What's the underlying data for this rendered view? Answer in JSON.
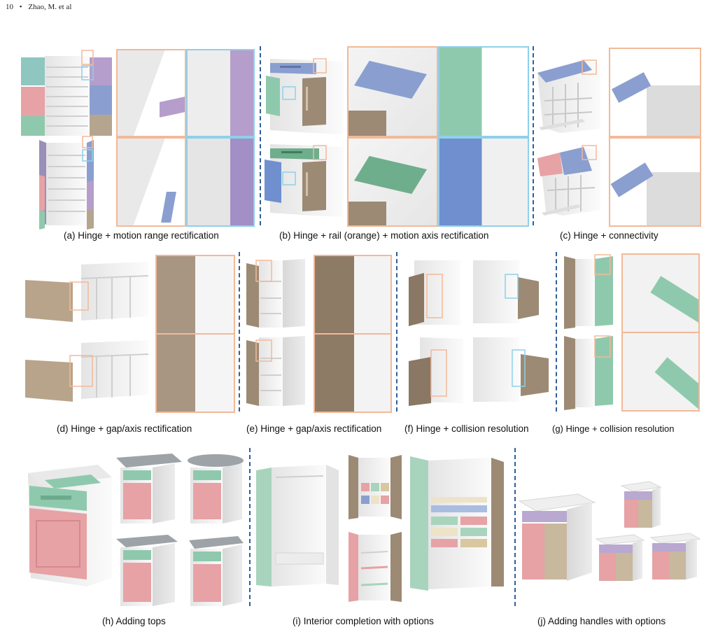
{
  "header": {
    "page_number": "10",
    "bullet": "•",
    "authors": "Zhao, M. et al"
  },
  "captions": {
    "a": "(a) Hinge + motion range rectification",
    "b": "(b) Hinge + rail  (orange) + motion axis rectification",
    "c": "(c) Hinge + connectivity",
    "d": "(d) Hinge + gap/axis rectification",
    "e": "(e) Hinge + gap/axis rectification",
    "f": "(f) Hinge + collision resolution",
    "g": "(g) Hinge + collision resolution",
    "h": "(h) Adding tops",
    "i": "(i) Interior completion with options",
    "j": "(j) Adding handles with options"
  },
  "colors": {
    "orange_box": "#f2b998",
    "blue_box": "#8fd0ea",
    "divider": "#2f5f9b",
    "cabinet_white": "#f1f1f1",
    "door_blue": "#8a9fcf",
    "door_green": "#8fc9ad",
    "door_pink": "#e6a2a5",
    "door_purple": "#b59ecb",
    "door_brown": "#9c8a74",
    "top_gray": "#9ea3a8"
  }
}
